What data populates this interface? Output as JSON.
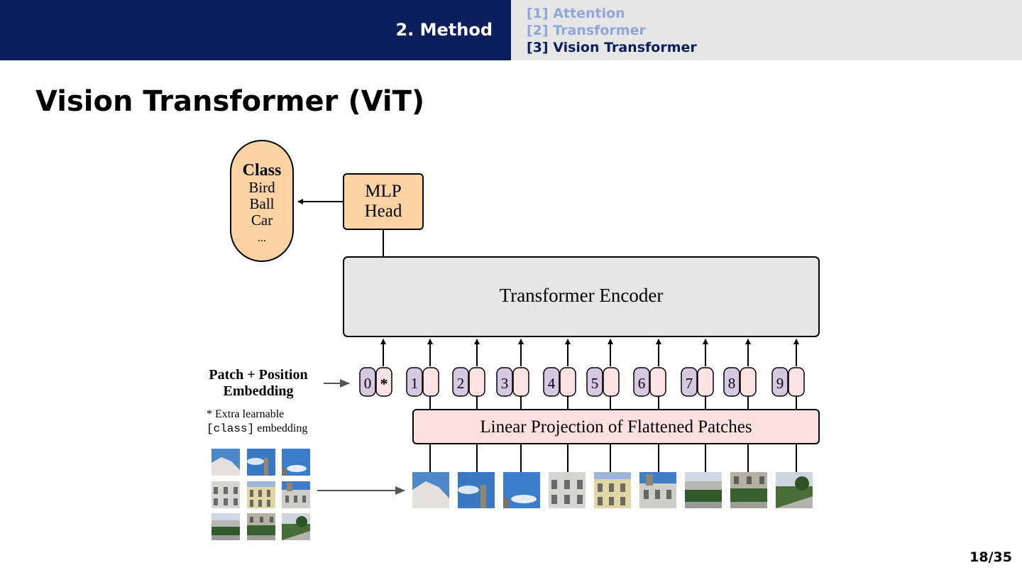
{
  "header": {
    "section": "2. Method",
    "subsections": [
      {
        "label": "[1] Attention",
        "active": false
      },
      {
        "label": "[2] Transformer",
        "active": false
      },
      {
        "label": "[3] Vision Transformer",
        "active": true
      }
    ]
  },
  "slide": {
    "title": "Vision Transformer (ViT)",
    "page": "18/35"
  },
  "diagram": {
    "class_box": {
      "title": "Class",
      "items": [
        "Bird",
        "Ball",
        "Car",
        "..."
      ]
    },
    "mlp_head": {
      "line1": "MLP",
      "line2": "Head"
    },
    "encoder_label": "Transformer Encoder",
    "embedding_label": {
      "line1": "Patch + Position",
      "line2": "Embedding"
    },
    "extra_note": {
      "line1": "* Extra learnable",
      "code": "[class]",
      "rest": " embedding"
    },
    "projection_label": "Linear Projection of Flattened Patches",
    "tokens": [
      "0",
      "1",
      "2",
      "3",
      "4",
      "5",
      "6",
      "7",
      "8",
      "9"
    ],
    "class_token_symbol": "*",
    "colors": {
      "header_dark": "#0b1f5c",
      "header_light": "#e6e6e6",
      "orange": "#fbd3a2",
      "encoder_gray": "#e5e5e5",
      "projection_pink": "#fde0e0",
      "token_purple": "#d6c8e0",
      "token_pink": "#fde3e3"
    }
  }
}
